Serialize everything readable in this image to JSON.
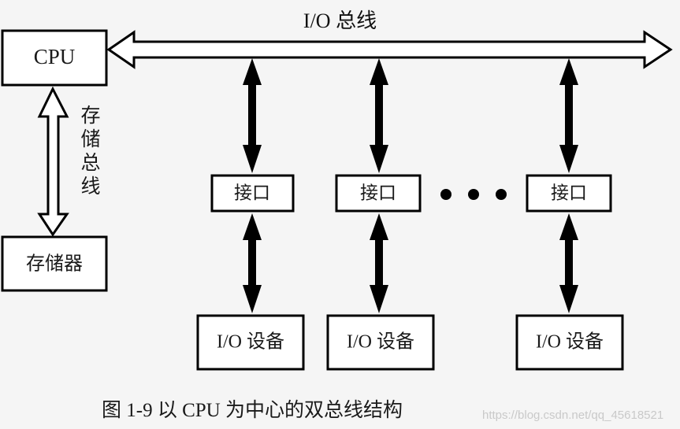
{
  "figure": {
    "background_color": "#f5f5f5",
    "line_color": "#000000",
    "box_fill": "#ffffff",
    "bus_title": "I/O 总线",
    "caption": "图 1-9    以 CPU 为中心的双总线结构",
    "watermark": "https://blog.csdn.net/qq_45618521"
  },
  "nodes": {
    "cpu": {
      "label": "CPU"
    },
    "memory": {
      "label": "存储器"
    },
    "memory_bus_label": {
      "chars": [
        "存",
        "储",
        "总",
        "线"
      ]
    },
    "interfaces": [
      {
        "label": "接口"
      },
      {
        "label": "接口"
      },
      {
        "label": "接口"
      }
    ],
    "io_devices": [
      {
        "label": "I/O 设备"
      },
      {
        "label": "I/O 设备"
      },
      {
        "label": "I/O 设备"
      }
    ],
    "ellipsis": {
      "label": "• • •",
      "dot_count": 3
    }
  }
}
